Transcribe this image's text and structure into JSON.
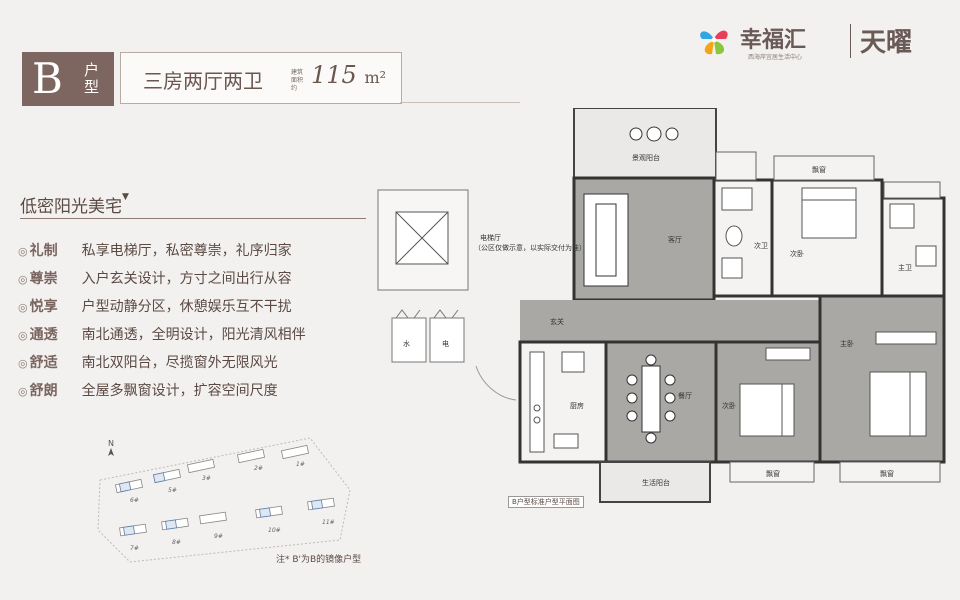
{
  "header": {
    "unit_letter": "B",
    "unit_suffix": "户型",
    "layout": "三房两厅两卫",
    "area_label": "建筑面积约",
    "area_value": "115",
    "area_unit": "m²"
  },
  "logo": {
    "brand": "幸福汇",
    "project": "天曜",
    "tagline": "西海岸宜居生活中心"
  },
  "slogan": "低密阳光美宅",
  "features": [
    {
      "key": "礼制",
      "text": "私享电梯厅，私密尊崇，礼序归家"
    },
    {
      "key": "尊崇",
      "text": "入户玄关设计，方寸之间出行从容"
    },
    {
      "key": "悦享",
      "text": "户型动静分区，休憩娱乐互不干扰"
    },
    {
      "key": "通透",
      "text": "南北通透，全明设计，阳光清风相伴"
    },
    {
      "key": "舒适",
      "text": "南北双阳台，尽揽窗外无限风光"
    },
    {
      "key": "舒朗",
      "text": "全屋多飘窗设计，扩容空间尺度"
    }
  ],
  "rooms": {
    "landscape_balcony": "景观阳台",
    "elevator_hall": "电梯厅",
    "elevator_note": "（公区仅做示意，以实际交付为准）",
    "living": "客厅",
    "foyer": "玄关",
    "kitchen": "厨房",
    "dining": "餐厅",
    "public_bath": "次卫",
    "second_bed": "次卧",
    "bay_window": "飘窗",
    "master_bath": "主卫",
    "master_bed": "主卧",
    "third_bed": "次卧",
    "life_balcony": "生活阳台",
    "water": "水",
    "electric": "电"
  },
  "plan_caption": "B户型标准户型平面图",
  "note": "注* B'为B的镜像户型",
  "site": {
    "north": "N",
    "buildings": [
      "1#",
      "2#",
      "3#",
      "5#",
      "6#",
      "7#",
      "8#",
      "9#",
      "10#",
      "11#"
    ]
  }
}
